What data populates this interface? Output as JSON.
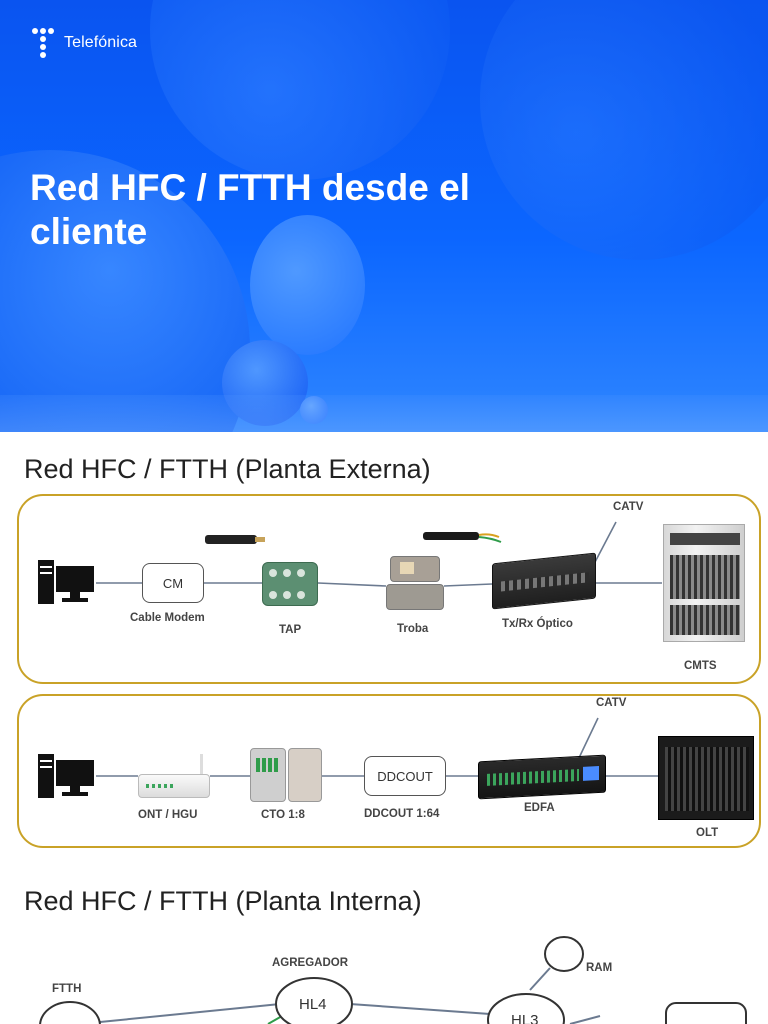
{
  "brand": {
    "name": "Telefónica"
  },
  "cover": {
    "title": "Red HFC / FTTH desde el cliente"
  },
  "hfc_slide": {
    "title": "Red HFC / FTTH (Planta Externa)",
    "hfc_row": {
      "cm_box": "CM",
      "labels": {
        "cable_modem": "Cable Modem",
        "tap": "TAP",
        "troba": "Troba",
        "txrx": "Tx/Rx Óptico",
        "catv": "CATV",
        "cmts": "CMTS"
      }
    },
    "ftth_row": {
      "ddcout_box": "DDCOUT",
      "labels": {
        "ont": "ONT / HGU",
        "cto": "CTO 1:8",
        "ddcout": "DDCOUT 1:64",
        "edfa": "EDFA",
        "catv": "CATV",
        "olt": "OLT"
      }
    }
  },
  "internal_slide": {
    "title": "Red HFC / FTTH (Planta Interna)",
    "labels": {
      "ftth": "FTTH",
      "agregador": "AGREGADOR",
      "hl4": "HL4",
      "hl3": "HL3",
      "ram": "RAM"
    }
  },
  "colors": {
    "cover_blue": "#0b66ff",
    "panel_border": "#c9a227",
    "wire": "#6b7a90"
  }
}
